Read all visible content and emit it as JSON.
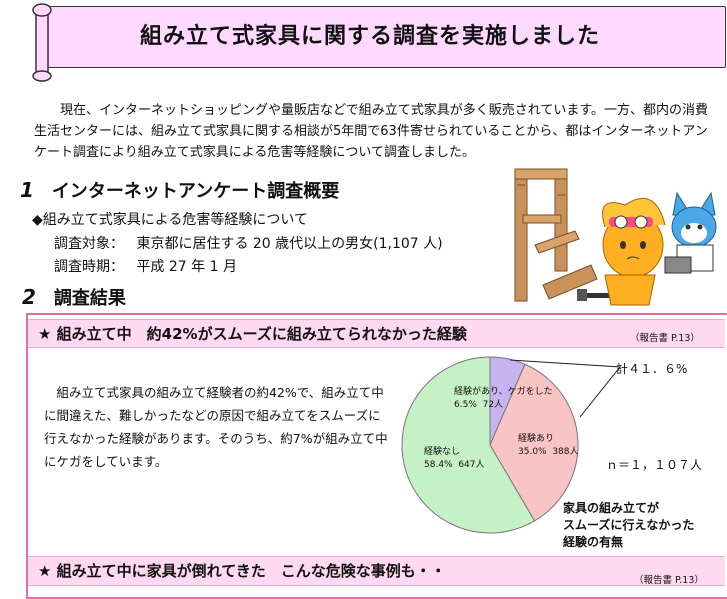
{
  "title": "組み立て式家具に関する調査を実施しました",
  "intro": "現在、インターネットショッピングや量販店などで組み立て式家具が多く販売されています。一方、都内の消費生活センターには、組み立て式家具に関する相談が5年間で63件寄せられていることから、都はインターネットアンケート調査により組み立て式家具による危害等経験について調査しました。",
  "section1": {
    "number": "1",
    "heading": "インターネットアンケート調査概要",
    "bullet": "◆組み立て式家具による危害等経験について",
    "target_label": "調査対象：",
    "target_value": "東京都に居住する 20 歳代以上の男女(1,107 人)",
    "period_label": "調査時期：",
    "period_value": "平成 27 年 1 月"
  },
  "section2": {
    "number": "2",
    "heading": "調査結果"
  },
  "result1": {
    "heading": "★ 組み立て中　約42%がスムーズに組み立てられなかった経験",
    "ref": "（報告書 P.13）",
    "description": "組み立て式家具の組み立て経験者の約42%で、組み立て中に間違えた、難しかったなどの原因で組み立てをスムーズに行えなかった経験があります。そのうち、約7%が組み立て中にケガをしています。"
  },
  "chart_data": {
    "type": "pie",
    "slices": [
      {
        "name": "経験があり、ケガをした",
        "percent": 6.5,
        "count": 72,
        "percent_label": "6.5%",
        "count_label": "72人",
        "color": "#c9b2f0"
      },
      {
        "name": "経験あり",
        "percent": 35.0,
        "count": 388,
        "percent_label": "35.0%",
        "count_label": "388人",
        "color": "#f9c4c4"
      },
      {
        "name": "経験なし",
        "percent": 58.4,
        "count": 647,
        "percent_label": "58.4%",
        "count_label": "647人",
        "color": "#c6f0c6"
      }
    ],
    "total_annotation": "計４１．６%",
    "n_annotation": "ｎ＝１，１０７人",
    "caption_lines": [
      "家具の組み立てが",
      "スムーズに行えなかった",
      "経験の有無"
    ]
  },
  "result2": {
    "heading": "★ 組み立て中に家具が倒れてきた　こんな危険な事例も・・",
    "ref": "（報告書 P.13）"
  },
  "colors": {
    "banner": "#ffd9ff",
    "box_border": "#e86aa6",
    "star_bar": "#ffd9ef"
  }
}
